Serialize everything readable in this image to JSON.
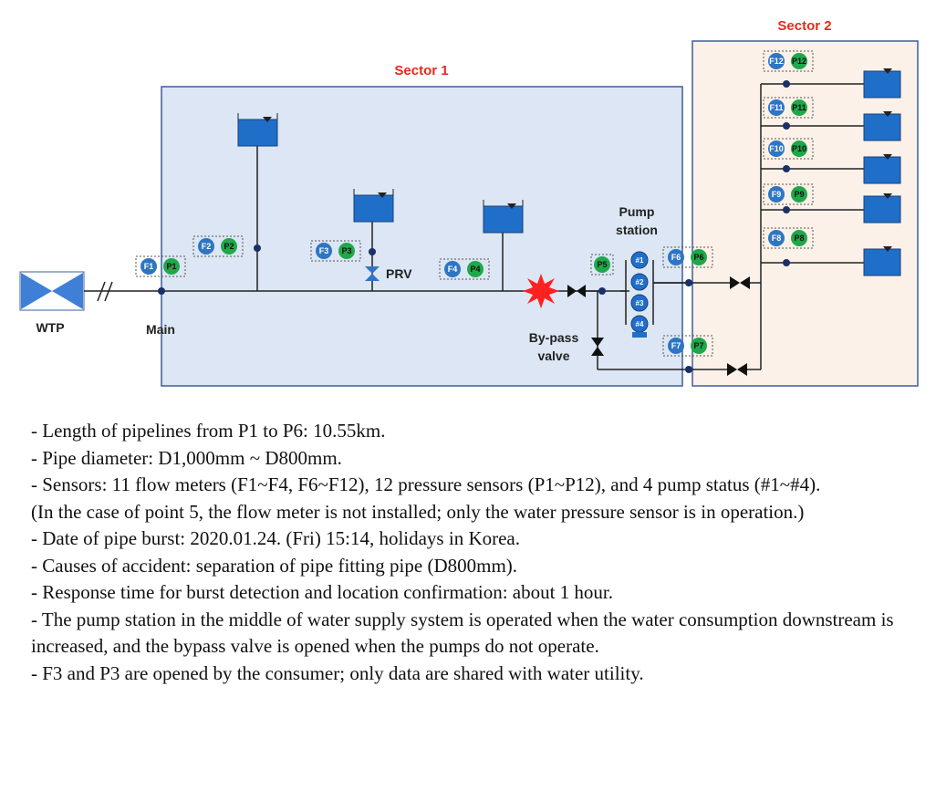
{
  "diagram": {
    "sector1_label": "Sector 1",
    "sector2_label": "Sector 2",
    "wtp_label": "WTP",
    "main_label": "Main",
    "prv_label": "PRV",
    "pump_station_label_1": "Pump",
    "pump_station_label_2": "station",
    "bypass_label_1": "By-pass",
    "bypass_label_2": "valve",
    "pumps": [
      "#1",
      "#2",
      "#3",
      "#4"
    ],
    "sensors": {
      "F1": "F1",
      "P1": "P1",
      "F2": "F2",
      "P2": "P2",
      "F3": "F3",
      "P3": "P3",
      "F4": "F4",
      "P4": "P4",
      "P5": "P5",
      "F6": "F6",
      "P6": "P6",
      "F7": "F7",
      "P7": "P7",
      "F8": "F8",
      "P8": "P8",
      "F9": "F9",
      "P9": "P9",
      "F10": "F10",
      "P10": "P10",
      "F11": "F11",
      "P11": "P11",
      "F12": "F12",
      "P12": "P12"
    },
    "colors": {
      "sector1_fill": "#dce6f4",
      "sector2_fill": "#fcf1e8",
      "flow_meter": "#2e75c4",
      "pressure_sensor": "#1fa84a",
      "tank": "#1f6fc9",
      "burst": "#ff2020",
      "sector_label": "#e8291c"
    }
  },
  "notes": [
    "- Length of pipelines from P1 to P6: 10.55km.",
    "- Pipe diameter: D1,000mm ~ D800mm.",
    "- Sensors: 11 flow meters (F1~F4, F6~F12), 12 pressure sensors (P1~P12), and 4 pump status (#1~#4).",
    " (In the case of point 5, the flow meter is not installed; only the water pressure sensor is in operation.)",
    "- Date of pipe burst: 2020.01.24. (Fri) 15:14, holidays in Korea.",
    "- Causes of accident: separation of pipe fitting pipe (D800mm).",
    "- Response time for burst detection and location confirmation: about 1 hour.",
    "- The pump station in the middle of water supply system is operated when the water consumption downstream is increased, and the bypass valve is opened when the pumps do not operate.",
    "- F3 and P3 are opened by the consumer; only data are shared with water utility."
  ]
}
